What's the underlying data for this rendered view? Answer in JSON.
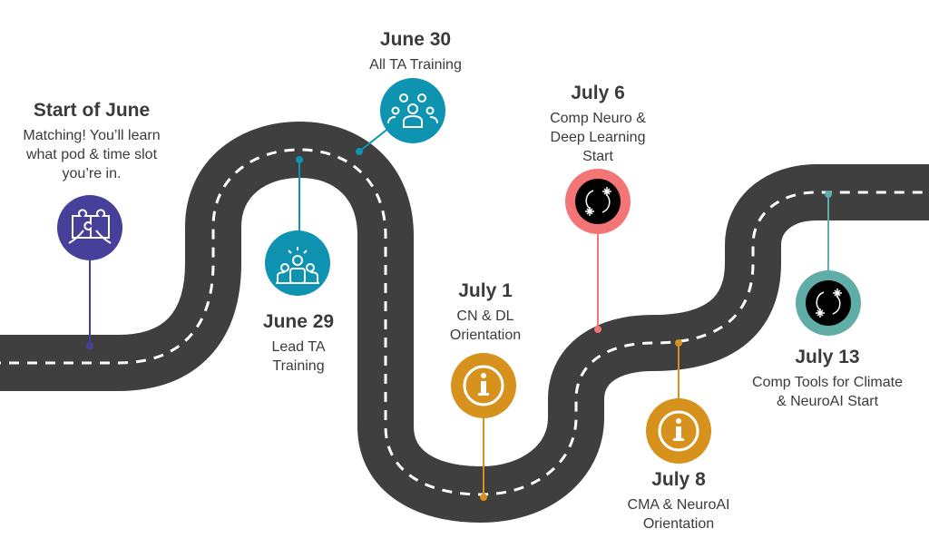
{
  "milestones": [
    {
      "id": "start-of-june",
      "title": "Start of June",
      "lines": [
        "Matching! You’ll learn",
        "what pod & time slot",
        "you’re in."
      ],
      "icon": "puzzle-icon",
      "color": "#46409a"
    },
    {
      "id": "june-29",
      "title": "June 29",
      "lines": [
        "Lead TA",
        "Training"
      ],
      "icon": "group-leader-icon",
      "color": "#0e93b1"
    },
    {
      "id": "june-30",
      "title": "June 30",
      "lines": [
        "All TA Training"
      ],
      "icon": "people-group-icon",
      "color": "#0e93b1"
    },
    {
      "id": "july-1",
      "title": "July 1",
      "lines": [
        "CN & DL",
        "Orientation"
      ],
      "icon": "info-icon",
      "color": "#d6921c"
    },
    {
      "id": "july-6",
      "title": "July 6",
      "lines": [
        "Comp Neuro &",
        "Deep Learning",
        "Start"
      ],
      "icon": "network-cycle-icon",
      "color": "#f47576"
    },
    {
      "id": "july-8",
      "title": "July 8",
      "lines": [
        "CMA & NeuroAI",
        "Orientation"
      ],
      "icon": "info-icon",
      "color": "#d6921c"
    },
    {
      "id": "july-13",
      "title": "July 13",
      "lines": [
        "Comp Tools for Climate",
        "& NeuroAI Start"
      ],
      "icon": "network-cycle-icon",
      "color": "#5fada6"
    }
  ],
  "road_color": "#3f3f3f"
}
